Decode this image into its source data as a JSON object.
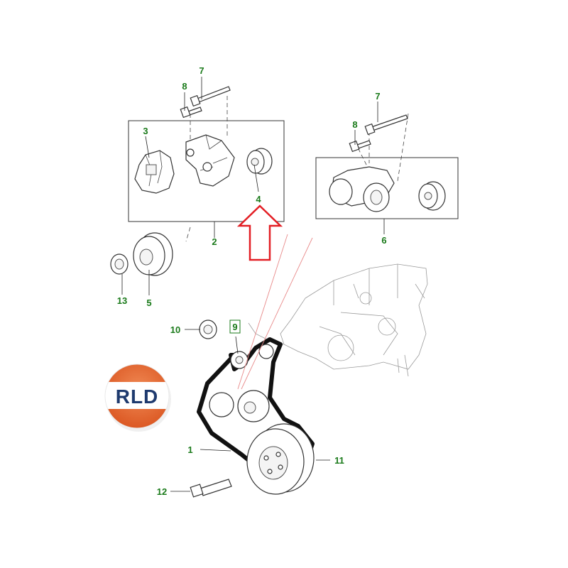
{
  "callouts": [
    {
      "id": "c1",
      "text": "1"
    },
    {
      "id": "c2",
      "text": "2"
    },
    {
      "id": "c3",
      "text": "3"
    },
    {
      "id": "c4",
      "text": "4"
    },
    {
      "id": "c5",
      "text": "5"
    },
    {
      "id": "c6",
      "text": "6"
    },
    {
      "id": "c7a",
      "text": "7"
    },
    {
      "id": "c7b",
      "text": "7"
    },
    {
      "id": "c8a",
      "text": "8"
    },
    {
      "id": "c8b",
      "text": "8"
    },
    {
      "id": "c9",
      "text": "9"
    },
    {
      "id": "c10",
      "text": "10"
    },
    {
      "id": "c11",
      "text": "11"
    },
    {
      "id": "c12",
      "text": "12"
    },
    {
      "id": "c13",
      "text": "13"
    }
  ],
  "logo": {
    "text": "RLD",
    "colors": {
      "top": "#e8632a",
      "bottom": "#e8632a",
      "band": "#ffffff",
      "text": "#1e3a6e"
    }
  },
  "colors": {
    "callout": "#1a7a1a",
    "arrow": "#e31e24",
    "line": "#222222"
  }
}
